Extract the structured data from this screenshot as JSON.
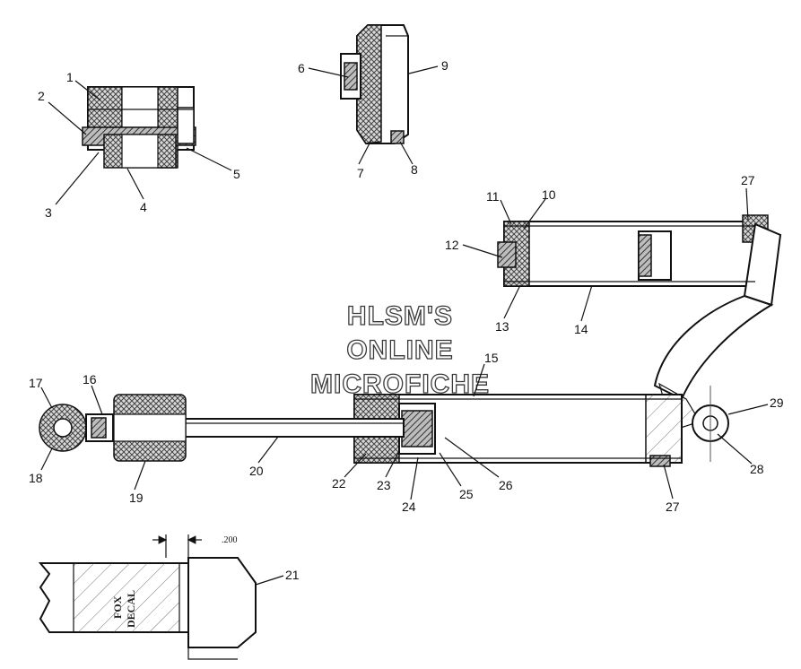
{
  "watermark": {
    "line1": "HLSM'S",
    "line2": "ONLINE",
    "line3": "MICROFICHE"
  },
  "decal_text": {
    "line1": "FOX",
    "line2": "DECAL"
  },
  "dimension_text": ".200",
  "callouts": [
    "1",
    "2",
    "3",
    "4",
    "5",
    "6",
    "7",
    "8",
    "9",
    "10",
    "11",
    "12",
    "13",
    "14",
    "15",
    "16",
    "17",
    "18",
    "19",
    "20",
    "21",
    "22",
    "23",
    "24",
    "25",
    "26",
    "27",
    "27",
    "28",
    "29"
  ]
}
